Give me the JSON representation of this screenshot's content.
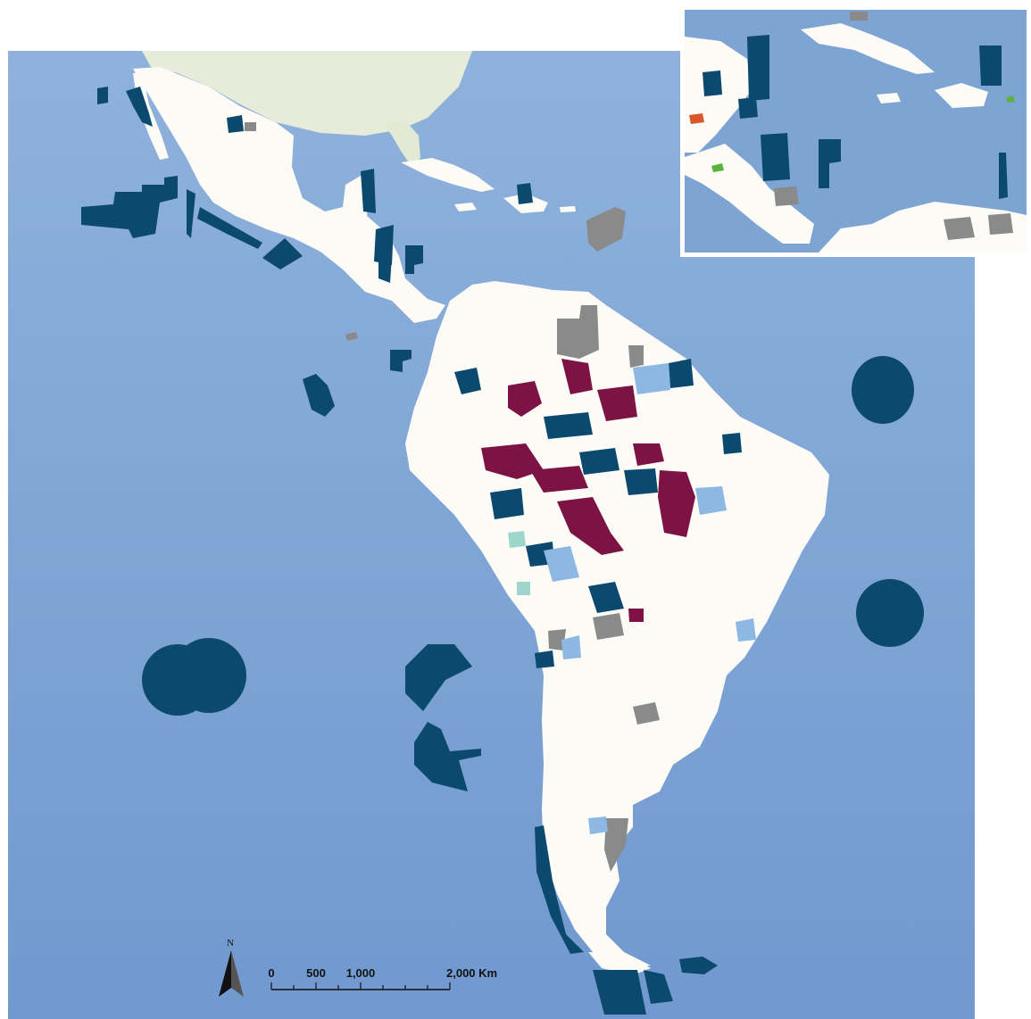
{
  "north_arrow": {
    "label": "N",
    "icon": "north-arrow-icon"
  },
  "scale_bar": {
    "ticks": [
      {
        "value": 0,
        "label": "0"
      },
      {
        "value": 500,
        "label": "500"
      },
      {
        "value": 1000,
        "label": "1,000"
      },
      {
        "value": 2000,
        "label": "2,000 Km"
      }
    ],
    "max_km": 2000
  },
  "colors": {
    "ocean": "#7fa6d6",
    "land": "#fcfbf6",
    "dark_blue": "#0b4a6e",
    "light_blue": "#8db8e4",
    "maroon": "#7d1244",
    "gray": "#8a8a8a",
    "teal": "#9fd6cc",
    "orange": "#d9572a",
    "green": "#59b33c",
    "basemap_land": "#e6ecd9"
  }
}
